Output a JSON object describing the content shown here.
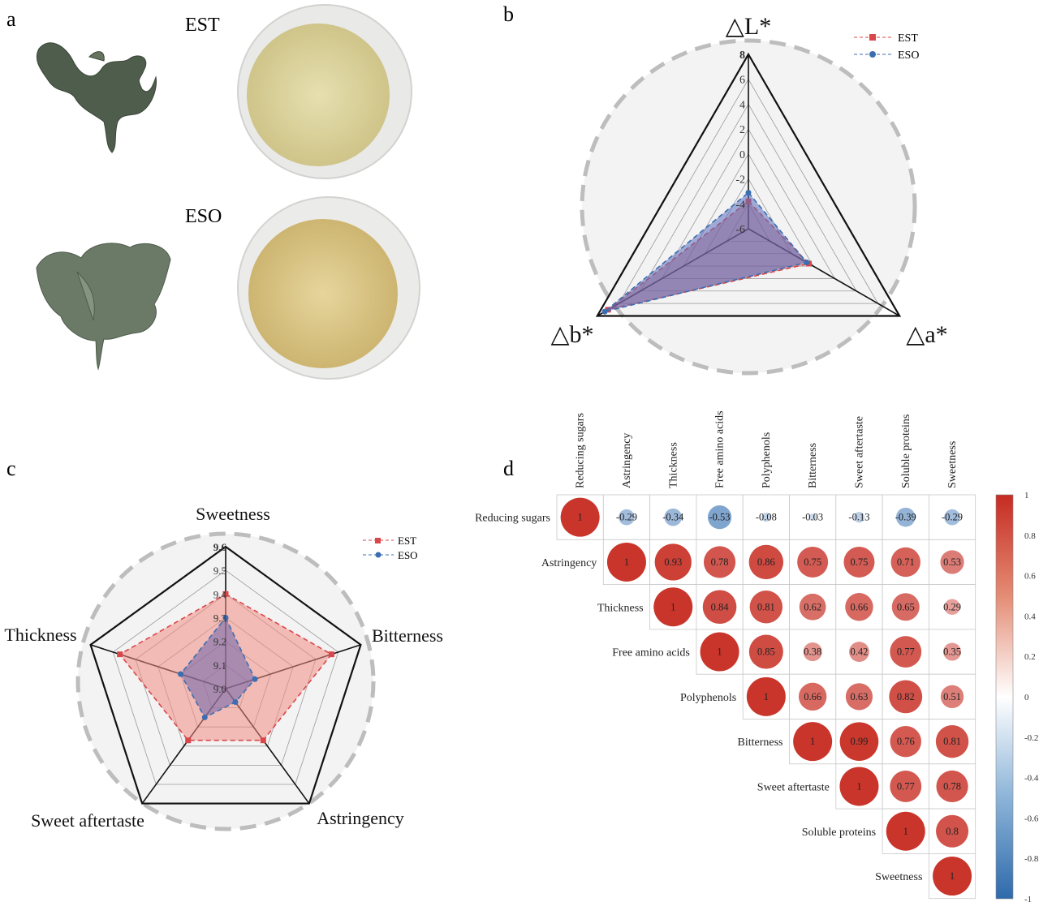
{
  "panel_labels": {
    "a": "a",
    "b": "b",
    "c": "c",
    "d": "d"
  },
  "panel_a": {
    "est_label": "EST",
    "eso_label": "ESO"
  },
  "colors": {
    "est": "#d9474b",
    "eso": "#3b6db1",
    "est_fill_b": "rgba(190,70,80,0.45)",
    "eso_fill_b": "rgba(90,110,190,0.55)",
    "est_fill_c": "rgba(240,140,130,0.55)",
    "eso_fill_c": "rgba(110,100,170,0.55)",
    "background_circle": "#f3f3f3",
    "dashed_ring": "#bdbdbd",
    "corr_pos": "#c9352b",
    "corr_neg": "#3a72b4"
  },
  "chart_data": [
    {
      "type": "radar",
      "panel": "b",
      "axes": [
        "△L*",
        "△a*",
        "△b*"
      ],
      "range": [
        -6,
        8
      ],
      "ticks": [
        "-6",
        "-4",
        "-2",
        "0",
        "2",
        "4",
        "6",
        "8"
      ],
      "legend_position": "top-right",
      "series": [
        {
          "name": "EST",
          "values": [
            -3.8,
            -0.4,
            7.0
          ]
        },
        {
          "name": "ESO",
          "values": [
            -3.1,
            -0.6,
            7.3
          ]
        }
      ]
    },
    {
      "type": "radar",
      "panel": "c",
      "axes": [
        "Sweetness",
        "Bitterness",
        "Astringency",
        "Sweet aftertaste",
        "Thickness"
      ],
      "range": [
        9.0,
        9.6
      ],
      "ticks": [
        "9.0",
        "9.1",
        "9.2",
        "9.3",
        "9.4",
        "9.5",
        "9.6"
      ],
      "legend_position": "top-right",
      "series": [
        {
          "name": "EST",
          "values": [
            9.4,
            9.47,
            9.27,
            9.27,
            9.47
          ]
        },
        {
          "name": "ESO",
          "values": [
            9.3,
            9.13,
            9.07,
            9.15,
            9.2
          ]
        }
      ]
    },
    {
      "type": "heatmap",
      "panel": "d",
      "variables": [
        "Reducing sugars",
        "Astringency",
        "Thickness",
        "Free amino acids",
        "Polyphenols",
        "Bitterness",
        "Sweet aftertaste",
        "Soluble proteins",
        "Sweetness"
      ],
      "matrix": [
        [
          1,
          -0.29,
          -0.34,
          -0.53,
          -0.08,
          -0.03,
          -0.13,
          -0.39,
          -0.29
        ],
        [
          null,
          1,
          0.93,
          0.78,
          0.86,
          0.75,
          0.75,
          0.71,
          0.53
        ],
        [
          null,
          null,
          1,
          0.84,
          0.81,
          0.62,
          0.66,
          0.65,
          0.29
        ],
        [
          null,
          null,
          null,
          1,
          0.85,
          0.38,
          0.42,
          0.77,
          0.35
        ],
        [
          null,
          null,
          null,
          null,
          1,
          0.66,
          0.63,
          0.82,
          0.51
        ],
        [
          null,
          null,
          null,
          null,
          null,
          1,
          0.99,
          0.76,
          0.81
        ],
        [
          null,
          null,
          null,
          null,
          null,
          null,
          1,
          0.77,
          0.78
        ],
        [
          null,
          null,
          null,
          null,
          null,
          null,
          null,
          1,
          0.8
        ],
        [
          null,
          null,
          null,
          null,
          null,
          null,
          null,
          null,
          1
        ]
      ],
      "labels": [
        [
          "1",
          "-0.29",
          "-0.34",
          "-0.53",
          "-0.08",
          "-0.03",
          "-0.13",
          "-0.39",
          "-0.29"
        ],
        [
          "",
          "1",
          "0.93",
          "0.78",
          "0.86",
          "0.75",
          "0.75",
          "0.71",
          "0.53"
        ],
        [
          "",
          "",
          "1",
          "0.84",
          "0.81",
          "0.62",
          "0.66",
          "0.65",
          "0.29"
        ],
        [
          "",
          "",
          "",
          "1",
          "0.85",
          "0.38",
          "0.42",
          "0.77",
          "0.35"
        ],
        [
          "",
          "",
          "",
          "",
          "1",
          "0.66",
          "0.63",
          "0.82",
          "0.51"
        ],
        [
          "",
          "",
          "",
          "",
          "",
          "1",
          "0.99",
          "0.76",
          "0.81"
        ],
        [
          "",
          "",
          "",
          "",
          "",
          "",
          "1",
          "0.77",
          "0.78"
        ],
        [
          "",
          "",
          "",
          "",
          "",
          "",
          "",
          "1",
          "0.8"
        ],
        [
          "",
          "",
          "",
          "",
          "",
          "",
          "",
          "",
          "1"
        ]
      ],
      "colorbar": {
        "range": [
          -1,
          1
        ],
        "ticks": [
          "1",
          "0.8",
          "0.6",
          "0.4",
          "0.2",
          "0",
          "-0.2",
          "-0.4",
          "-0.6",
          "-0.8",
          "-1"
        ]
      }
    }
  ]
}
